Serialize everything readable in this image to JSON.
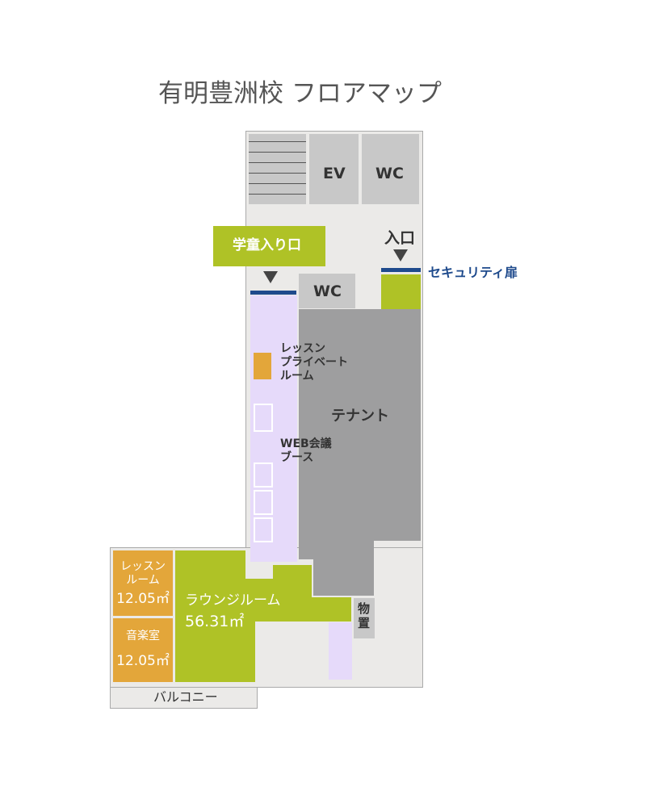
{
  "title": "有明豊洲校 フロアマップ",
  "rooms": {
    "ev": "EV",
    "wc_top": "WC",
    "wc_second": "WC",
    "child_entrance": "学童入り口",
    "entrance": "入口",
    "security_door": "セキュリティ扉",
    "private_lesson": "レッスン\nプライベート\nルーム",
    "tenant": "テナント",
    "web_booth": "WEB会議\nブース",
    "lesson_room": "レッスン\nルーム",
    "lesson_room_area": "12.05㎡",
    "music_room": "音楽室",
    "music_room_area": "12.05㎡",
    "lounge": "ラウンジルーム",
    "lounge_area": "56.31㎡",
    "storage": "物\n置",
    "balcony": "バルコニー"
  },
  "colors": {
    "green": "#afc226",
    "orange": "#e3a63a",
    "purple": "#e6dafa",
    "door": "#1e4a8c",
    "tenant": "#9e9e9f"
  }
}
